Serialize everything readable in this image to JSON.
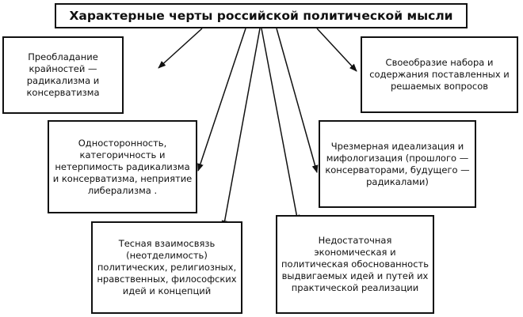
{
  "title": "Характерные черты российской политической мысли",
  "boxes": [
    {
      "text": "Преобладание крайностей — радикализма и консерватизма"
    },
    {
      "text": "Своеобразие набора и содержания поставленных и решаемых вопросов"
    },
    {
      "text": "Односторонность, категоричность и нетерпимость радикализма и консерватизма, неприятие либерализма ."
    },
    {
      "text": "Чрезмерная идеализация и мифологизация (прошлого — консерваторами, будущего — радикалами)"
    },
    {
      "text": "Тесная взаимосвязь (неотделимость) политических, религиозных, нравственных, философских идей и концепций"
    },
    {
      "text": "Недостаточная экономическая и политическая обоснованность выдвигаемых идей и путей их практической реализации"
    }
  ]
}
